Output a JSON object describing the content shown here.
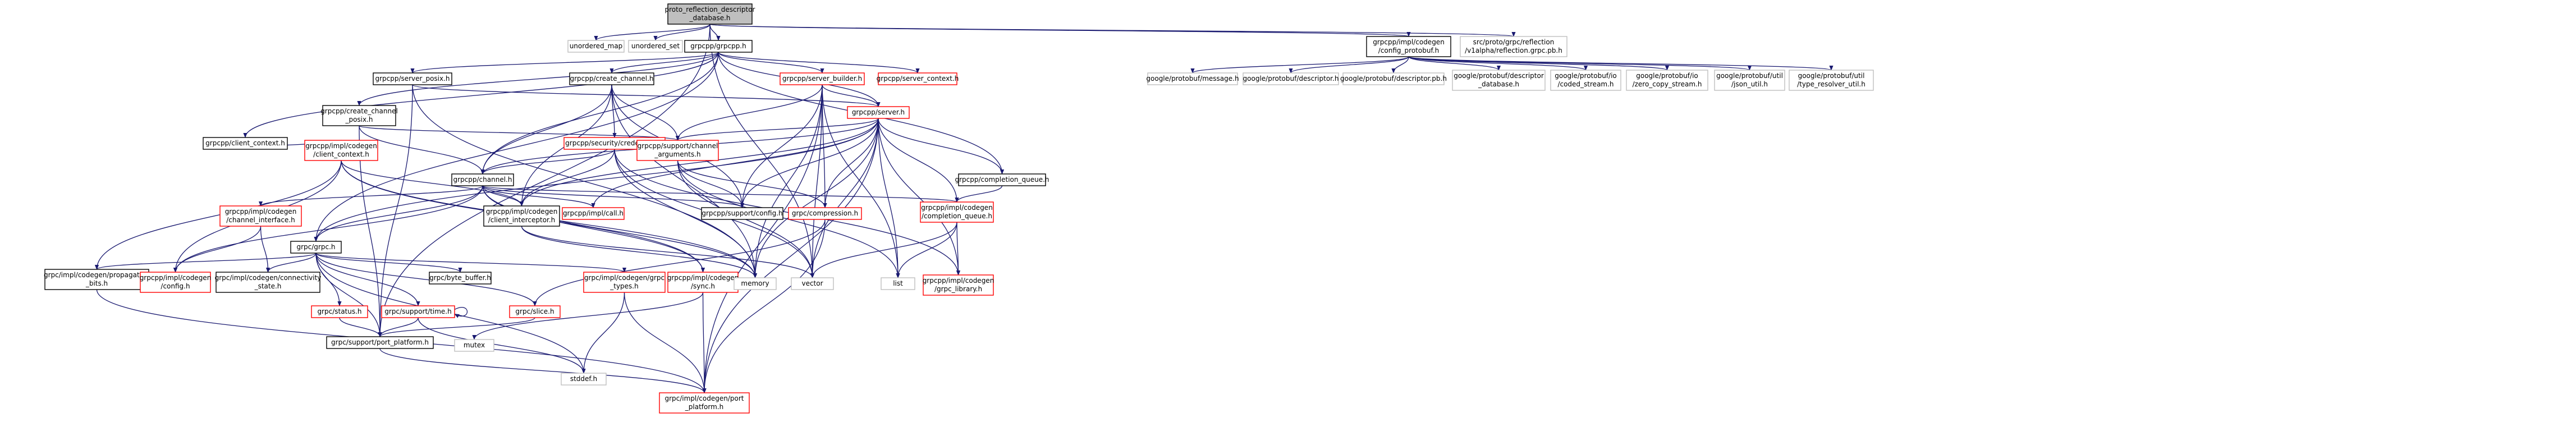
{
  "colors": {
    "root_fill": "#bfbfbf",
    "node_fill": "#ffffff",
    "node_border": "#000000",
    "external_border": "#bfbfbf",
    "external_text": "#555555",
    "missing_border": "#ff0000",
    "edge": "#191970"
  },
  "nodes": [
    {
      "id": "root",
      "lines": [
        "proto_reflection_descriptor",
        "_database.h"
      ],
      "kind": "root"
    },
    {
      "id": "umap",
      "lines": [
        "unordered_map"
      ],
      "kind": "external"
    },
    {
      "id": "uset",
      "lines": [
        "unordered_set"
      ],
      "kind": "external"
    },
    {
      "id": "grpcpp",
      "lines": [
        "grpcpp/grpcpp.h"
      ],
      "kind": "normal"
    },
    {
      "id": "cfgproto",
      "lines": [
        "grpcpp/impl/codegen",
        "/config_protobuf.h"
      ],
      "kind": "normal"
    },
    {
      "id": "srcproto",
      "lines": [
        "src/proto/grpc/reflection",
        "/v1alpha/reflection.grpc.pb.h"
      ],
      "kind": "external"
    },
    {
      "id": "gpmsg",
      "lines": [
        "google/protobuf/message.h"
      ],
      "kind": "external"
    },
    {
      "id": "gpdesc",
      "lines": [
        "google/protobuf/descriptor.h"
      ],
      "kind": "external"
    },
    {
      "id": "gpdescpb",
      "lines": [
        "google/protobuf/descriptor.pb.h"
      ],
      "kind": "external"
    },
    {
      "id": "gpdescdb",
      "lines": [
        "google/protobuf/descriptor",
        "_database.h"
      ],
      "kind": "external"
    },
    {
      "id": "gpcoded",
      "lines": [
        "google/protobuf/io",
        "/coded_stream.h"
      ],
      "kind": "external"
    },
    {
      "id": "gpzero",
      "lines": [
        "google/protobuf/io",
        "/zero_copy_stream.h"
      ],
      "kind": "external"
    },
    {
      "id": "gpjson",
      "lines": [
        "google/protobuf/util",
        "/json_util.h"
      ],
      "kind": "external"
    },
    {
      "id": "gptype",
      "lines": [
        "google/protobuf/util",
        "/type_resolver_util.h"
      ],
      "kind": "external"
    },
    {
      "id": "clientctx",
      "lines": [
        "grpcpp/client_context.h"
      ],
      "kind": "normal"
    },
    {
      "id": "serverposix",
      "lines": [
        "grpcpp/server_posix.h"
      ],
      "kind": "normal"
    },
    {
      "id": "createchan",
      "lines": [
        "grpcpp/create_channel.h"
      ],
      "kind": "normal"
    },
    {
      "id": "serverbuilder",
      "lines": [
        "grpcpp/server_builder.h"
      ],
      "kind": "missing"
    },
    {
      "id": "serverctx",
      "lines": [
        "grpcpp/server_context.h"
      ],
      "kind": "missing"
    },
    {
      "id": "createchanposix",
      "lines": [
        "grpcpp/create_channel",
        "_posix.h"
      ],
      "kind": "normal"
    },
    {
      "id": "security",
      "lines": [
        "grpcpp/security/credentials.h"
      ],
      "kind": "missing"
    },
    {
      "id": "server",
      "lines": [
        "grpcpp/server.h"
      ],
      "kind": "missing"
    },
    {
      "id": "codegenclientctx",
      "lines": [
        "grpcpp/impl/codegen",
        "/client_context.h"
      ],
      "kind": "missing"
    },
    {
      "id": "channel",
      "lines": [
        "grpcpp/channel.h"
      ],
      "kind": "normal"
    },
    {
      "id": "chanargs",
      "lines": [
        "grpcpp/support/channel",
        "_arguments.h"
      ],
      "kind": "missing"
    },
    {
      "id": "cq",
      "lines": [
        "grpcpp/completion_queue.h"
      ],
      "kind": "normal"
    },
    {
      "id": "chaniface",
      "lines": [
        "grpcpp/impl/codegen",
        "/channel_interface.h"
      ],
      "kind": "missing"
    },
    {
      "id": "clientinterceptor",
      "lines": [
        "grpcpp/impl/codegen",
        "/client_interceptor.h"
      ],
      "kind": "normal"
    },
    {
      "id": "call",
      "lines": [
        "grpcpp/impl/call.h"
      ],
      "kind": "missing"
    },
    {
      "id": "supconfig",
      "lines": [
        "grpcpp/support/config.h"
      ],
      "kind": "normal"
    },
    {
      "id": "compression",
      "lines": [
        "grpc/compression.h"
      ],
      "kind": "missing"
    },
    {
      "id": "codegencq",
      "lines": [
        "grpcpp/impl/codegen",
        "/completion_queue.h"
      ],
      "kind": "missing"
    },
    {
      "id": "grpch",
      "lines": [
        "grpc/grpc.h"
      ],
      "kind": "normal"
    },
    {
      "id": "propagation",
      "lines": [
        "grpc/impl/codegen/propagation",
        "_bits.h"
      ],
      "kind": "normal"
    },
    {
      "id": "codegenconfig",
      "lines": [
        "grpcpp/impl/codegen",
        "/config.h"
      ],
      "kind": "missing"
    },
    {
      "id": "connectivity",
      "lines": [
        "grpc/impl/codegen/connectivity",
        "_state.h"
      ],
      "kind": "normal"
    },
    {
      "id": "status",
      "lines": [
        "grpc/status.h"
      ],
      "kind": "missing"
    },
    {
      "id": "suptime",
      "lines": [
        "grpc/support/time.h"
      ],
      "kind": "missing"
    },
    {
      "id": "bytebuffer",
      "lines": [
        "grpc/byte_buffer.h"
      ],
      "kind": "normal"
    },
    {
      "id": "slice",
      "lines": [
        "grpc/slice.h"
      ],
      "kind": "missing"
    },
    {
      "id": "grpctypes",
      "lines": [
        "grpc/impl/codegen/grpc",
        "_types.h"
      ],
      "kind": "missing"
    },
    {
      "id": "sync",
      "lines": [
        "grpcpp/impl/codegen",
        "/sync.h"
      ],
      "kind": "missing"
    },
    {
      "id": "memory",
      "lines": [
        "memory"
      ],
      "kind": "external"
    },
    {
      "id": "vector",
      "lines": [
        "vector"
      ],
      "kind": "external"
    },
    {
      "id": "list",
      "lines": [
        "list"
      ],
      "kind": "external"
    },
    {
      "id": "grpclibrary",
      "lines": [
        "grpcpp/impl/codegen",
        "/grpc_library.h"
      ],
      "kind": "missing"
    },
    {
      "id": "mutex",
      "lines": [
        "mutex"
      ],
      "kind": "external"
    },
    {
      "id": "stddef",
      "lines": [
        "stddef.h"
      ],
      "kind": "external"
    },
    {
      "id": "portplatform",
      "lines": [
        "grpc/support/port_platform.h"
      ],
      "kind": "normal"
    },
    {
      "id": "codegenport",
      "lines": [
        "grpc/impl/codegen/port",
        "_platform.h"
      ],
      "kind": "missing"
    }
  ],
  "edges": [
    [
      "root",
      "umap"
    ],
    [
      "root",
      "uset"
    ],
    [
      "root",
      "grpcpp"
    ],
    [
      "root",
      "cfgproto"
    ],
    [
      "root",
      "srcproto"
    ],
    [
      "root",
      "portplatform"
    ],
    [
      "root",
      "vector"
    ],
    [
      "cfgproto",
      "gpmsg"
    ],
    [
      "cfgproto",
      "gpdesc"
    ],
    [
      "cfgproto",
      "gpdescpb"
    ],
    [
      "cfgproto",
      "gpdescdb"
    ],
    [
      "cfgproto",
      "gpcoded"
    ],
    [
      "cfgproto",
      "gpzero"
    ],
    [
      "cfgproto",
      "gpjson"
    ],
    [
      "cfgproto",
      "gptype"
    ],
    [
      "grpcpp",
      "clientctx"
    ],
    [
      "grpcpp",
      "serverposix"
    ],
    [
      "grpcpp",
      "createchan"
    ],
    [
      "grpcpp",
      "serverbuilder"
    ],
    [
      "grpcpp",
      "serverctx"
    ],
    [
      "grpcpp",
      "server"
    ],
    [
      "grpcpp",
      "channel"
    ],
    [
      "grpcpp",
      "cq"
    ],
    [
      "grpcpp",
      "grpch"
    ],
    [
      "grpcpp",
      "createchanposix"
    ],
    [
      "clientctx",
      "codegenclientctx"
    ],
    [
      "serverposix",
      "server"
    ],
    [
      "serverposix",
      "memory"
    ],
    [
      "serverposix",
      "portplatform"
    ],
    [
      "createchan",
      "channel"
    ],
    [
      "createchan",
      "security"
    ],
    [
      "createchan",
      "chanargs"
    ],
    [
      "createchan",
      "supconfig"
    ],
    [
      "createchan",
      "clientinterceptor"
    ],
    [
      "createchan",
      "memory"
    ],
    [
      "createchanposix",
      "channel"
    ],
    [
      "createchanposix",
      "chanargs"
    ],
    [
      "createchanposix",
      "portplatform"
    ],
    [
      "serverbuilder",
      "server"
    ],
    [
      "serverbuilder",
      "chanargs"
    ],
    [
      "serverbuilder",
      "supconfig"
    ],
    [
      "serverbuilder",
      "compression"
    ],
    [
      "serverbuilder",
      "memory"
    ],
    [
      "serverbuilder",
      "vector"
    ],
    [
      "serverbuilder",
      "list"
    ],
    [
      "serverbuilder",
      "codegenport"
    ],
    [
      "security",
      "chanargs"
    ],
    [
      "security",
      "channel"
    ],
    [
      "security",
      "clientinterceptor"
    ],
    [
      "security",
      "grpclibrary"
    ],
    [
      "security",
      "memory"
    ],
    [
      "security",
      "vector"
    ],
    [
      "server",
      "channel"
    ],
    [
      "server",
      "cq"
    ],
    [
      "server",
      "chanargs"
    ],
    [
      "server",
      "supconfig"
    ],
    [
      "server",
      "compression"
    ],
    [
      "server",
      "codegencq"
    ],
    [
      "server",
      "clientinterceptor"
    ],
    [
      "server",
      "call"
    ],
    [
      "server",
      "grpch"
    ],
    [
      "server",
      "list"
    ],
    [
      "server",
      "memory"
    ],
    [
      "server",
      "vector"
    ],
    [
      "server",
      "codegenport"
    ],
    [
      "server",
      "grpclibrary"
    ],
    [
      "codegenclientctx",
      "clientinterceptor"
    ],
    [
      "codegenclientctx",
      "codegenconfig"
    ],
    [
      "codegenclientctx",
      "propagation"
    ],
    [
      "codegenclientctx",
      "sync"
    ],
    [
      "codegenclientctx",
      "memory"
    ],
    [
      "channel",
      "chaniface"
    ],
    [
      "channel",
      "clientinterceptor"
    ],
    [
      "channel",
      "call"
    ],
    [
      "channel",
      "supconfig"
    ],
    [
      "channel",
      "grpch"
    ],
    [
      "channel",
      "codegenconfig"
    ],
    [
      "channel",
      "memory"
    ],
    [
      "channel",
      "sync"
    ],
    [
      "channel",
      "codegencq"
    ],
    [
      "chanargs",
      "supconfig"
    ],
    [
      "chanargs",
      "compression"
    ],
    [
      "chanargs",
      "list"
    ],
    [
      "chanargs",
      "vector"
    ],
    [
      "cq",
      "codegencq"
    ],
    [
      "chaniface",
      "connectivity"
    ],
    [
      "chaniface",
      "codegenconfig"
    ],
    [
      "clientinterceptor",
      "memory"
    ],
    [
      "clientinterceptor",
      "vector"
    ],
    [
      "compression",
      "slice"
    ],
    [
      "compression",
      "codegenport"
    ],
    [
      "codegencq",
      "grpclibrary"
    ],
    [
      "codegencq",
      "list"
    ],
    [
      "codegencq",
      "vector"
    ],
    [
      "grpch",
      "propagation"
    ],
    [
      "grpch",
      "connectivity"
    ],
    [
      "grpch",
      "status"
    ],
    [
      "grpch",
      "suptime"
    ],
    [
      "grpch",
      "bytebuffer"
    ],
    [
      "grpch",
      "slice"
    ],
    [
      "grpch",
      "grpctypes"
    ],
    [
      "grpch",
      "portplatform"
    ],
    [
      "grpch",
      "stddef"
    ],
    [
      "propagation",
      "codegenport"
    ],
    [
      "status",
      "portplatform"
    ],
    [
      "suptime",
      "portplatform"
    ],
    [
      "suptime",
      "suptime"
    ],
    [
      "suptime",
      "stddef"
    ],
    [
      "slice",
      "portplatform"
    ],
    [
      "grpctypes",
      "stddef"
    ],
    [
      "grpctypes",
      "codegenport"
    ],
    [
      "sync",
      "mutex"
    ],
    [
      "sync",
      "codegenport"
    ],
    [
      "portplatform",
      "codegenport"
    ]
  ]
}
